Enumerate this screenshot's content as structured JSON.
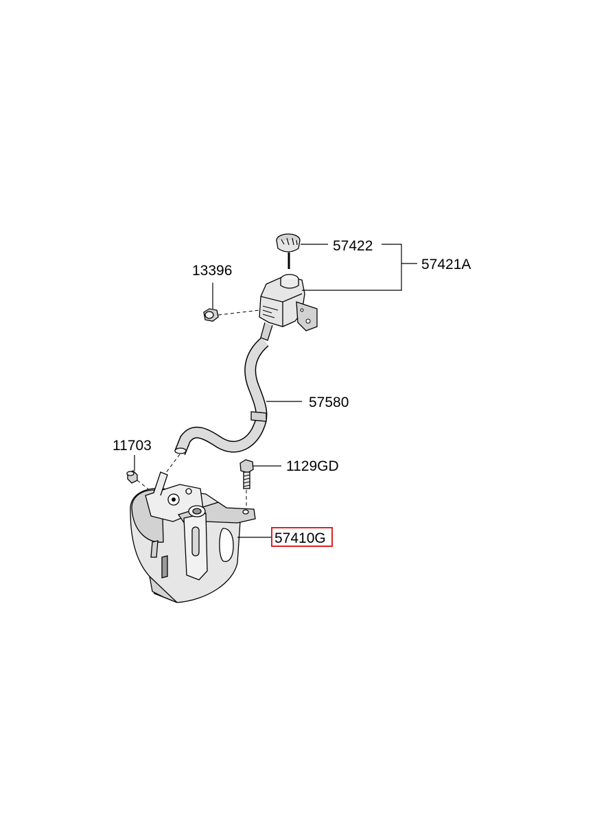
{
  "diagram": {
    "labels": {
      "cap": "57422",
      "reservoir_assy": "57421A",
      "nut": "13396",
      "hose": "57580",
      "fitting": "11703",
      "bolt": "1129GD",
      "pump": "57410G"
    },
    "highlighted_part": "57410G",
    "highlight_color": "#e02020"
  }
}
